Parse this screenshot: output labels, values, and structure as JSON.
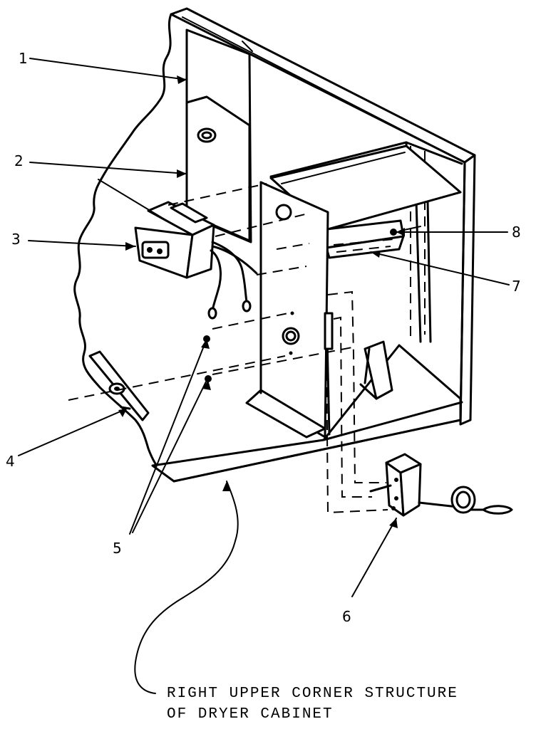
{
  "callouts": {
    "c1": "1",
    "c2": "2",
    "c3": "3",
    "c4": "4",
    "c5": "5",
    "c6": "6",
    "c7": "7",
    "c8": "8"
  },
  "caption": {
    "line1": "RIGHT UPPER CORNER STRUCTURE",
    "line2": "OF DRYER CABINET"
  }
}
